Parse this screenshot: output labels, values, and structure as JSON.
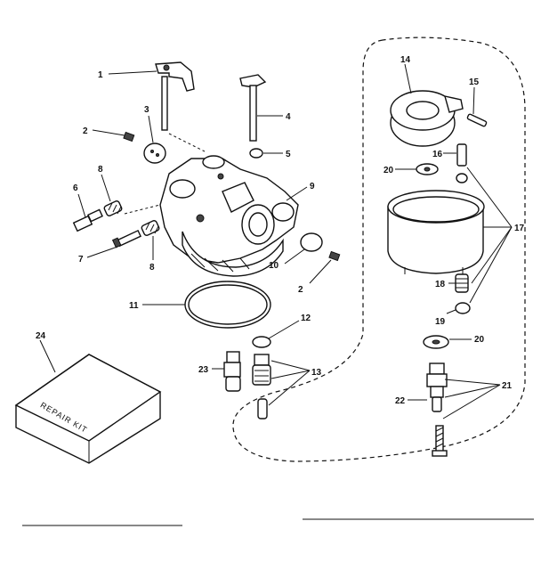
{
  "labels": {
    "n1": "1",
    "n2a": "2",
    "n2b": "2",
    "n3": "3",
    "n4": "4",
    "n5": "5",
    "n6": "6",
    "n7": "7",
    "n8a": "8",
    "n8b": "8",
    "n9": "9",
    "n10": "10",
    "n11": "11",
    "n12": "12",
    "n13": "13",
    "n14": "14",
    "n15": "15",
    "n16": "16",
    "n17": "17",
    "n18": "18",
    "n19": "19",
    "n20a": "20",
    "n20b": "20",
    "n21": "21",
    "n22": "22",
    "n23": "23",
    "n24": "24"
  },
  "repair_kit": {
    "text": "REPAIR KIT"
  }
}
